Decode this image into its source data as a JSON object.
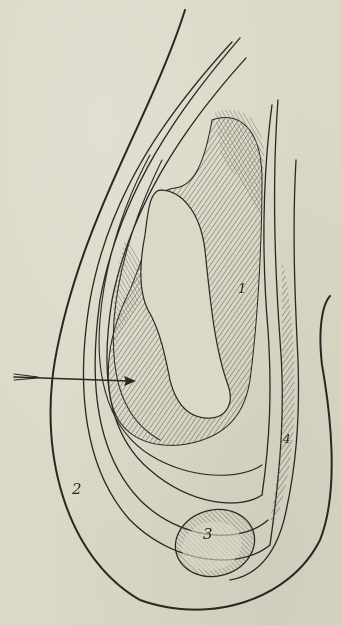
{
  "figure": {
    "labels": {
      "one": "1",
      "two": "2",
      "three": "3",
      "four": "4"
    },
    "colors": {
      "ink": "#2a2622",
      "paper": "#dbd8c6",
      "hatch": "#6f6a60"
    }
  }
}
